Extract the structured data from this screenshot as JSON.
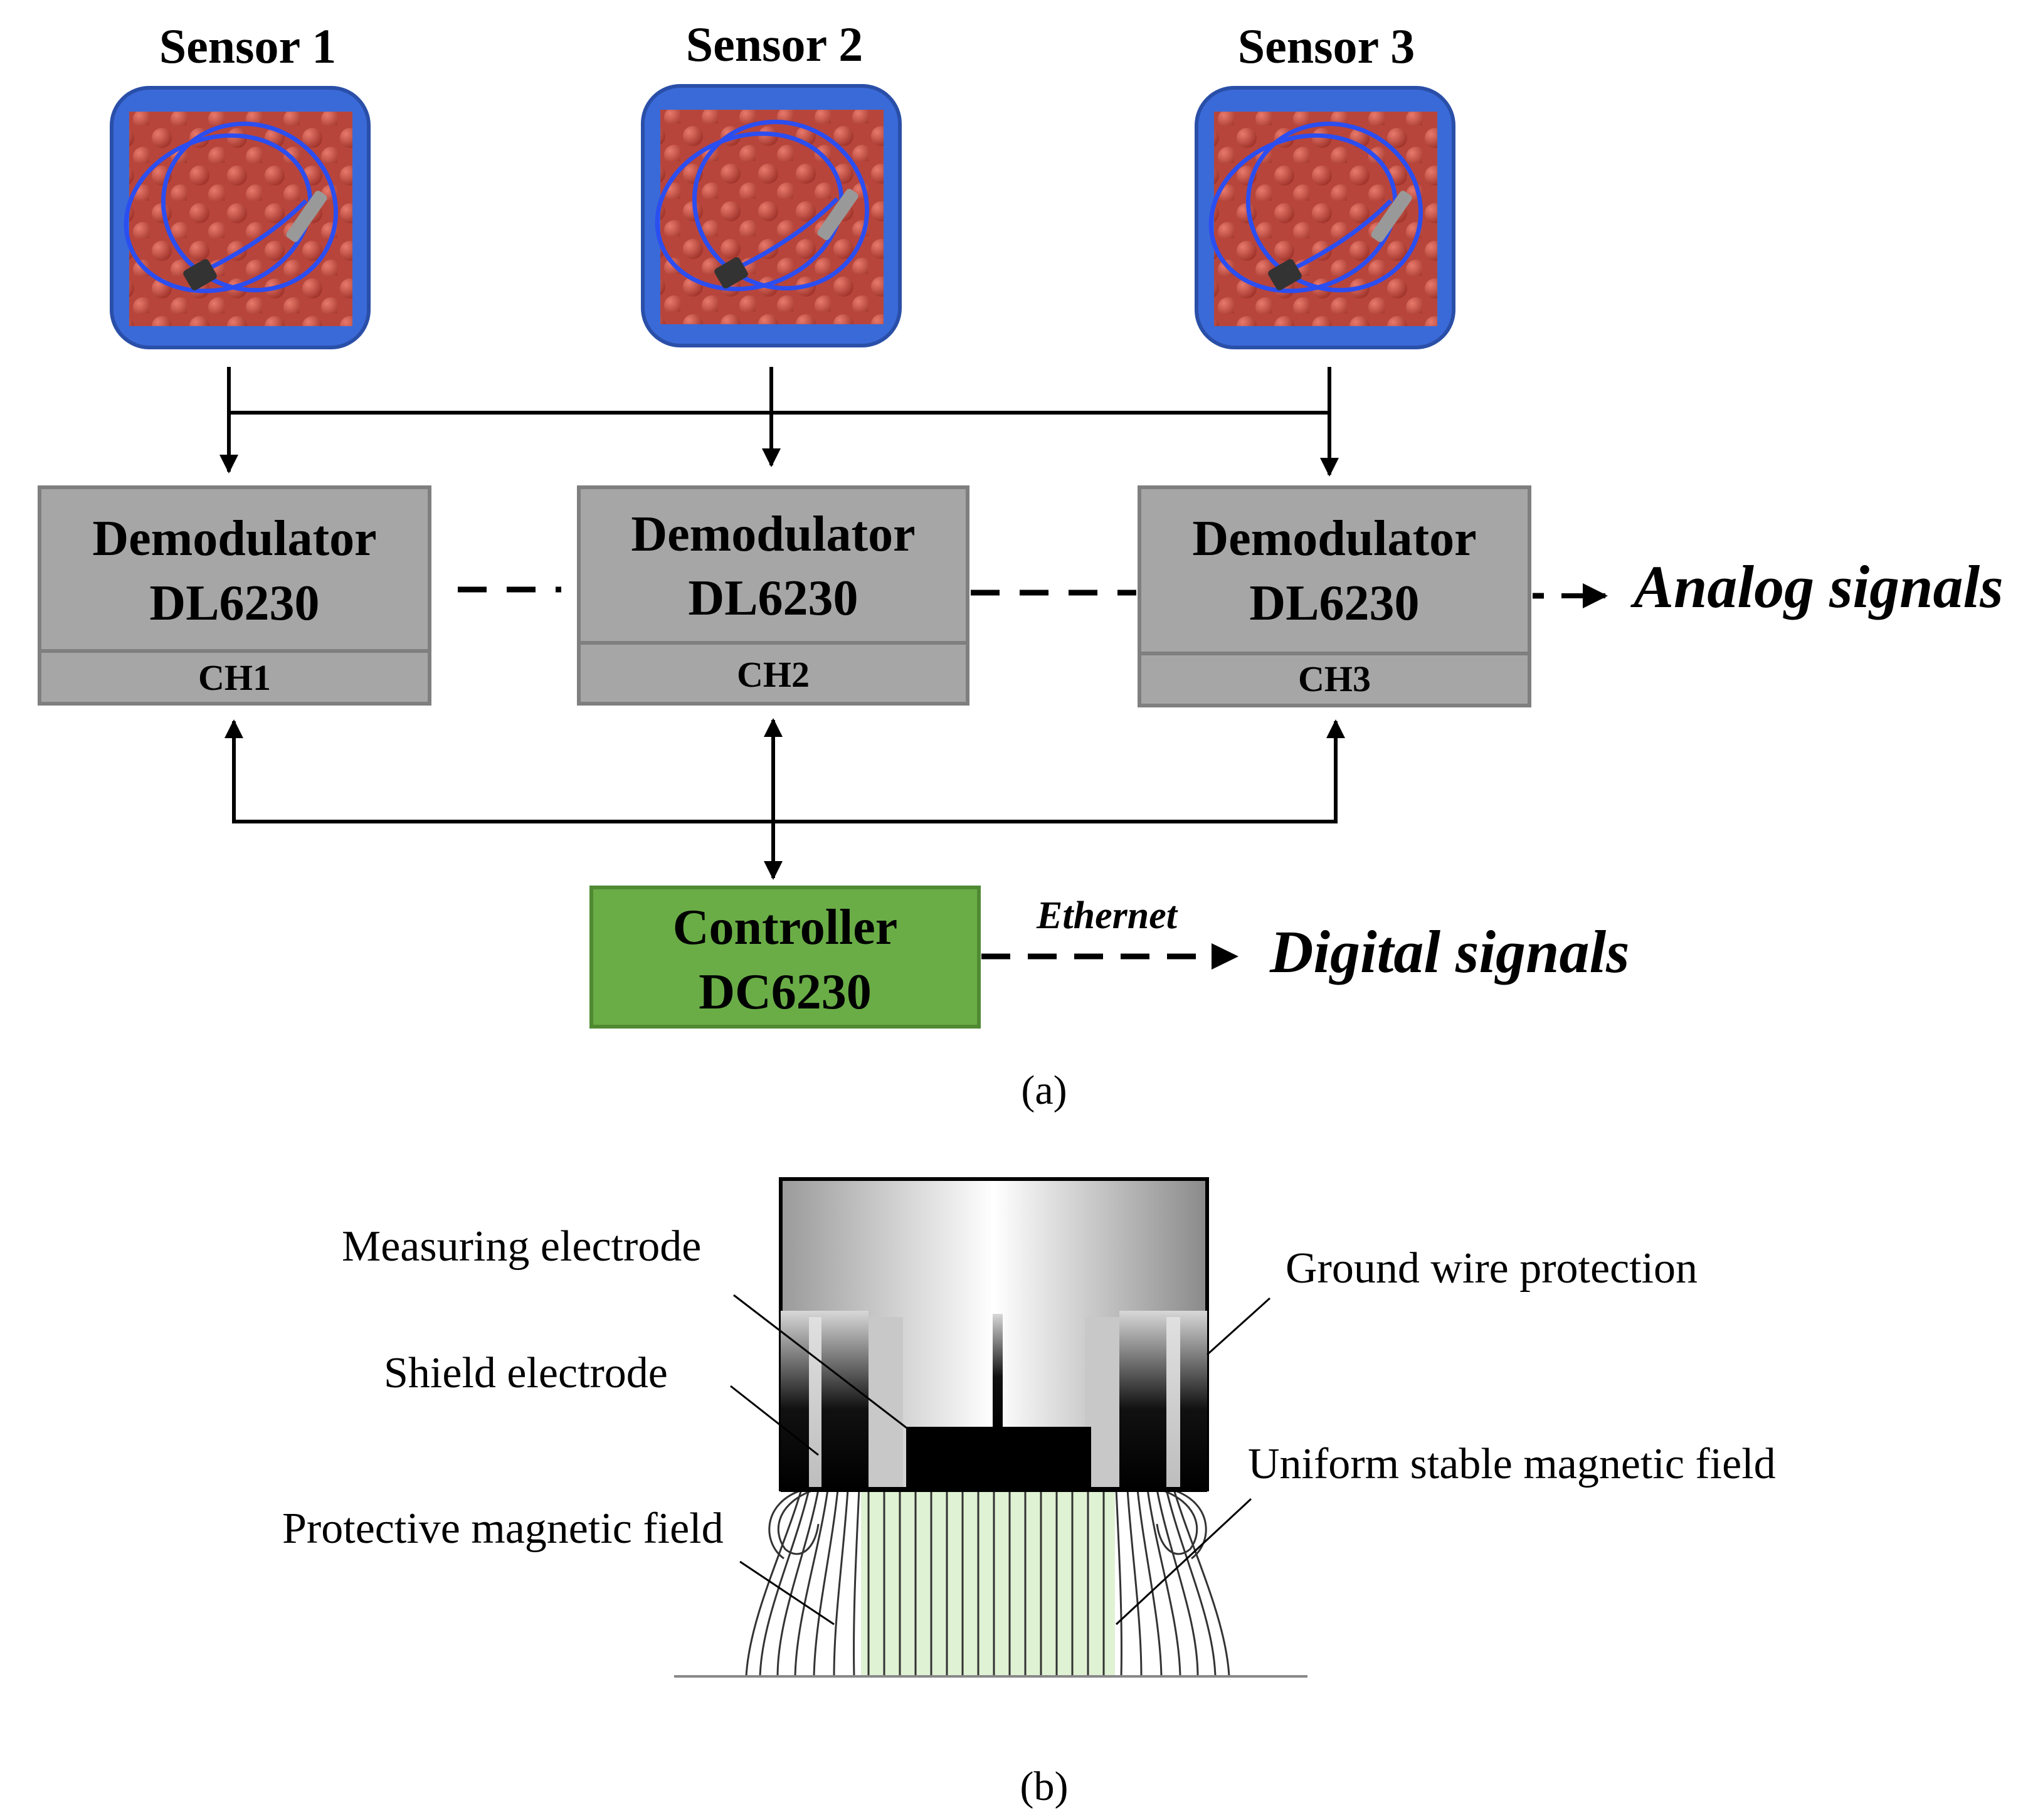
{
  "panel_a": {
    "sensors": [
      {
        "label": "Sensor 1"
      },
      {
        "label": "Sensor 2"
      },
      {
        "label": "Sensor 3"
      }
    ],
    "demodulators": [
      {
        "line1": "Demodulator",
        "line2": "DL6230",
        "channel": "CH1"
      },
      {
        "line1": "Demodulator",
        "line2": "DL6230",
        "channel": "CH2"
      },
      {
        "line1": "Demodulator",
        "line2": "DL6230",
        "channel": "CH3"
      }
    ],
    "controller": {
      "line1": "Controller",
      "line2": "DC6230"
    },
    "ethernet_label": "Ethernet",
    "analog_output": "Analog signals",
    "digital_output": "Digital signals",
    "caption": "(a)"
  },
  "panel_b": {
    "labels": {
      "measuring_electrode": "Measuring electrode",
      "shield_electrode": "Shield electrode",
      "protective_field": "Protective magnetic field",
      "ground_wire": "Ground wire protection",
      "uniform_field": "Uniform stable magnetic field"
    },
    "caption": "(b)"
  },
  "colors": {
    "sensor_frame": "#3a6ad8",
    "foam": "#c84d42",
    "demodulator_fill": "#a6a6a6",
    "controller_fill": "#6aad47",
    "uniform_field_fill": "#dff2d3"
  }
}
